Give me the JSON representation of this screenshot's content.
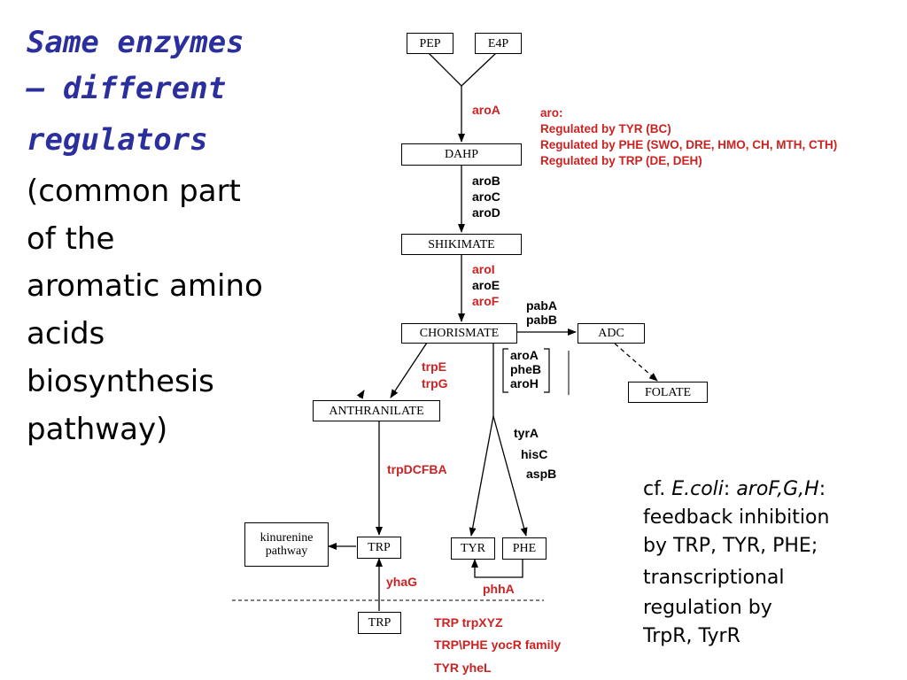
{
  "title": {
    "line1": "Same enzymes",
    "line2": "– different",
    "line3": "regulators"
  },
  "subtitle": {
    "line1": "(common part",
    "line2": "of the",
    "line3": "aromatic amino",
    "line4": "acids",
    "line5": "biosynthesis",
    "line6": "pathway)"
  },
  "nodes": {
    "pep": "PEP",
    "e4p": "E4P",
    "dahp": "DAHP",
    "shikimate": "SHIKIMATE",
    "chorismate": "CHORISMATE",
    "adc": "ADC",
    "folate": "FOLATE",
    "anthranilate": "ANTHRANILATE",
    "kynurenine_line1": "kinurenine",
    "kynurenine_line2": "pathway",
    "trp": "TRP",
    "tyr": "TYR",
    "phe": "PHE",
    "trp_external": "TRP"
  },
  "enzymes": {
    "aroA": "aroA",
    "aroB": "aroB",
    "aroC": "aroC",
    "aroD": "aroD",
    "aroI": "aroI",
    "aroE": "aroE",
    "aroF": "aroF",
    "pabA": "pabA",
    "pabB": "pabB",
    "trpE": "trpE",
    "trpG": "trpG",
    "aroA2": "aroA",
    "pheB": "pheB",
    "aroH": "aroH",
    "tyrA": "tyrA",
    "hisC": "hisC",
    "aspB": "aspB",
    "trpDCFBA": "trpDCFBA",
    "yhaG": "yhaG",
    "phhA": "phhA"
  },
  "aro_regulation": {
    "header": "aro:",
    "line1": "Regulated by TYR (BC)",
    "line2": "Regulated by PHE (SWO, DRE, HMO, CH, MTH, CTH)",
    "line3": "Regulated by TRP (DE, DEH)"
  },
  "transporters": {
    "line1": "TRP  trpXYZ",
    "line2": "TRP\\PHE yocR family",
    "line3": "TYR  yheL"
  },
  "ecoli_note": {
    "cf": "cf. ",
    "organism": "E.coli",
    "colon": ": ",
    "genes": "aroF,G,H",
    "colon2": ":",
    "line2": "feedback inhibition",
    "line3": "by TRP, TYR, PHE;",
    "line4": "transcriptional",
    "line5": "regulation by",
    "line6": "TrpR, TyrR"
  }
}
